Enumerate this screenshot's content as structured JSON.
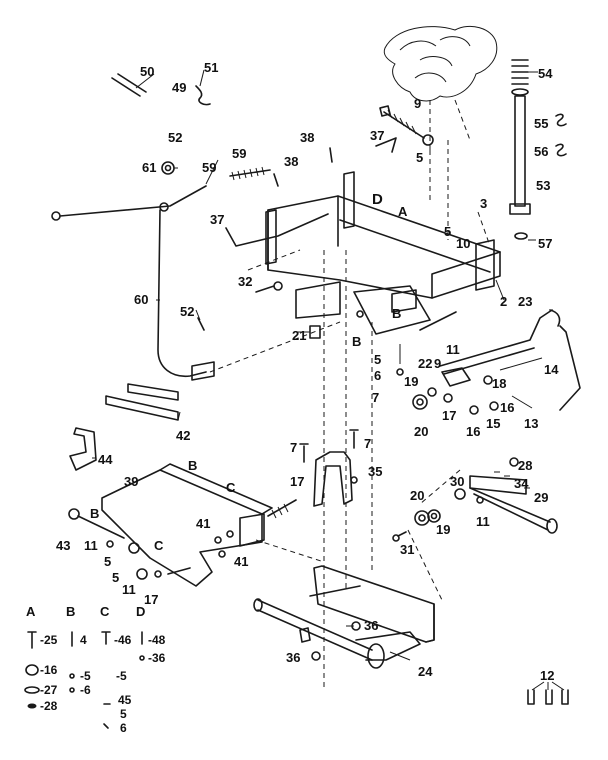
{
  "callouts": [
    {
      "id": "c50",
      "text": "50"
    },
    {
      "id": "c51",
      "text": "51"
    },
    {
      "id": "c49",
      "text": "49"
    },
    {
      "id": "c52a",
      "text": "52"
    },
    {
      "id": "c61",
      "text": "61"
    },
    {
      "id": "c59a",
      "text": "59"
    },
    {
      "id": "c59b",
      "text": "59"
    },
    {
      "id": "c38a",
      "text": "38"
    },
    {
      "id": "c38b",
      "text": "38"
    },
    {
      "id": "c37a",
      "text": "37"
    },
    {
      "id": "c37b",
      "text": "37"
    },
    {
      "id": "c9",
      "text": "9"
    },
    {
      "id": "c5a",
      "text": "5"
    },
    {
      "id": "c54",
      "text": "54"
    },
    {
      "id": "c55",
      "text": "55"
    },
    {
      "id": "c56",
      "text": "56"
    },
    {
      "id": "c53",
      "text": "53"
    },
    {
      "id": "c57",
      "text": "57"
    },
    {
      "id": "c3",
      "text": "3"
    },
    {
      "id": "c5b",
      "text": "5"
    },
    {
      "id": "c10",
      "text": "10"
    },
    {
      "id": "c2",
      "text": "2"
    },
    {
      "id": "c23",
      "text": "23"
    },
    {
      "id": "c32",
      "text": "32"
    },
    {
      "id": "c60",
      "text": "60"
    },
    {
      "id": "c52b",
      "text": "52"
    },
    {
      "id": "c21",
      "text": "21"
    },
    {
      "id": "c11a",
      "text": "11"
    },
    {
      "id": "c14",
      "text": "14"
    },
    {
      "id": "c5c",
      "text": "5"
    },
    {
      "id": "c6",
      "text": "6"
    },
    {
      "id": "c22",
      "text": "22"
    },
    {
      "id": "c9b",
      "text": "9"
    },
    {
      "id": "c19a",
      "text": "19"
    },
    {
      "id": "c18",
      "text": "18"
    },
    {
      "id": "c7a",
      "text": "7"
    },
    {
      "id": "c17a",
      "text": "17"
    },
    {
      "id": "c16a",
      "text": "16"
    },
    {
      "id": "c16b",
      "text": "16"
    },
    {
      "id": "c15",
      "text": "15"
    },
    {
      "id": "c13",
      "text": "13"
    },
    {
      "id": "c20a",
      "text": "20"
    },
    {
      "id": "c42",
      "text": "42"
    },
    {
      "id": "c7b",
      "text": "7"
    },
    {
      "id": "c7c",
      "text": "7"
    },
    {
      "id": "c35",
      "text": "35"
    },
    {
      "id": "c44",
      "text": "44"
    },
    {
      "id": "c39",
      "text": "39"
    },
    {
      "id": "c17b",
      "text": "17"
    },
    {
      "id": "c28",
      "text": "28"
    },
    {
      "id": "c34",
      "text": "34"
    },
    {
      "id": "c30",
      "text": "30"
    },
    {
      "id": "c29",
      "text": "29"
    },
    {
      "id": "c20b",
      "text": "20"
    },
    {
      "id": "c19b",
      "text": "19"
    },
    {
      "id": "c11b",
      "text": "11"
    },
    {
      "id": "c43",
      "text": "43"
    },
    {
      "id": "c11c",
      "text": "11"
    },
    {
      "id": "c5d",
      "text": "5"
    },
    {
      "id": "c41a",
      "text": "41"
    },
    {
      "id": "c41b",
      "text": "41"
    },
    {
      "id": "c5e",
      "text": "5"
    },
    {
      "id": "c11d",
      "text": "11"
    },
    {
      "id": "c17c",
      "text": "17"
    },
    {
      "id": "c31",
      "text": "31"
    },
    {
      "id": "c36a",
      "text": "36"
    },
    {
      "id": "c36b",
      "text": "36"
    },
    {
      "id": "c24",
      "text": "24"
    },
    {
      "id": "c12",
      "text": "12"
    }
  ],
  "letters": {
    "D_top": "D",
    "A_top": "A",
    "B_frame": "B",
    "B_frame2": "B",
    "B_plate": "B",
    "C_plate": "C",
    "B_left": "B",
    "C_left": "C"
  },
  "legend": {
    "headers": [
      "A",
      "B",
      "C",
      "D"
    ],
    "col_a": [
      "-25",
      "-16",
      "-27",
      "-28"
    ],
    "col_b": [
      "4",
      "-5",
      "-6"
    ],
    "col_c": [
      "-46",
      "-5",
      "45",
      "5",
      "6"
    ],
    "col_d": [
      "-48",
      "-36"
    ]
  }
}
